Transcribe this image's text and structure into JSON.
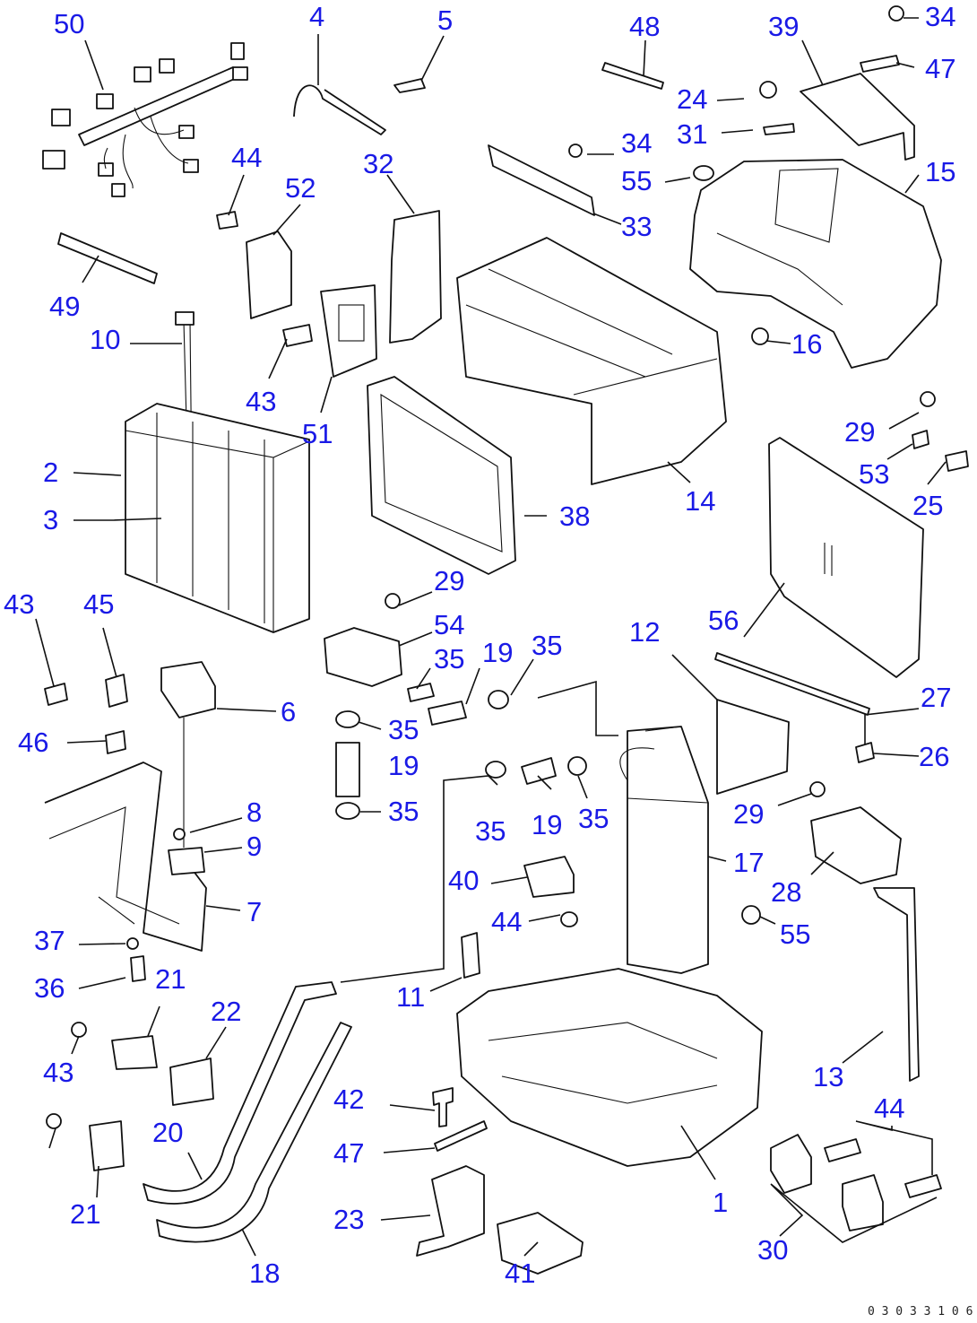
{
  "labels": [
    "50",
    "4",
    "5",
    "48",
    "39",
    "34",
    "47",
    "24",
    "31",
    "34",
    "55",
    "15",
    "44",
    "52",
    "32",
    "33",
    "49",
    "10",
    "16",
    "43",
    "51",
    "29",
    "53",
    "25",
    "2",
    "3",
    "38",
    "14",
    "29",
    "54",
    "19",
    "35",
    "35",
    "12",
    "56",
    "27",
    "43",
    "45",
    "6",
    "35",
    "19",
    "35",
    "26",
    "46",
    "8",
    "9",
    "7",
    "17",
    "29",
    "35",
    "19",
    "35",
    "28",
    "40",
    "37",
    "44",
    "55",
    "36",
    "21",
    "11",
    "22",
    "13",
    "42",
    "43",
    "20",
    "47",
    "44",
    "21",
    "23",
    "18",
    "41",
    "1",
    "30"
  ],
  "drawing_code": "0 3 0 3 3 1 0 6"
}
